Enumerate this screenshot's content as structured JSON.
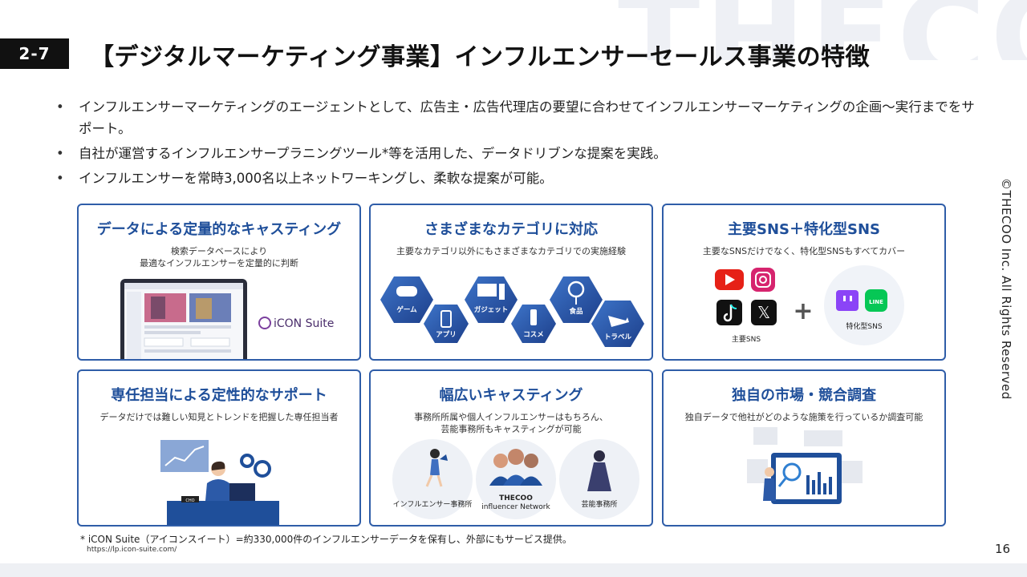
{
  "header": {
    "section_number": "2-7",
    "title": "【デジタルマーケティング事業】インフルエンサーセールス事業の特徴",
    "watermark": "THECOO"
  },
  "bullets": [
    "インフルエンサーマーケティングのエージェントとして、広告主・広告代理店の要望に合わせてインフルエンサーマーケティングの企画〜実行までをサポート。",
    "自社が運営するインフルエンサープラニングツール*等を活用した、データドリブンな提案を実践。",
    "インフルエンサーを常時3,000名以上ネットワーキングし、柔軟な提案が可能。"
  ],
  "copyright": "©THECOO Inc. All Rights Reserved",
  "cards": {
    "data_casting": {
      "title": "データによる定量的なキャスティング",
      "desc_line1": "検索データベースにより",
      "desc_line2": "最適なインフルエンサーを定量的に判断",
      "logo": "iCON Suite"
    },
    "categories": {
      "title": "さまざまなカテゴリに対応",
      "desc": "主要なカテゴリ以外にもさまざまなカテゴリでの実施経験",
      "hexes": [
        "ゲーム",
        "アプリ",
        "ガジェット",
        "コスメ",
        "食品",
        "トラベル"
      ]
    },
    "sns": {
      "title": "主要SNS＋特化型SNS",
      "desc": "主要なSNSだけでなく、特化型SNSもすべてカバー",
      "main_label": "主要SNS",
      "special_label": "特化型SNS",
      "plus": "+",
      "x_glyph": "𝕏",
      "line_text": "LINE"
    },
    "support": {
      "title": "専任担当による定性的なサポート",
      "desc": "データだけでは難しい知見とトレンドを把握した専任担当者",
      "chair_text": "CHO"
    },
    "wide_casting": {
      "title": "幅広いキャスティング",
      "desc_line1": "事務所所属や個人インフルエンサーはもちろん、",
      "desc_line2": "芸能事務所もキャスティングが可能",
      "circles": [
        "インフルエンサー事務所",
        "THECOO",
        "influencer Network",
        "芸能事務所"
      ]
    },
    "research": {
      "title": "独自の市場・競合調査",
      "desc": "独自データで他社がどのような施策を行っているか調査可能"
    }
  },
  "footnote": {
    "text": "* iCON Suite（アイコンスイート）=約330,000件のインフルエンサーデータを保有し、外部にもサービス提供。",
    "url": "https://lp.icon-suite.com/"
  },
  "page_number": "16",
  "colors": {
    "accent": "#1f4f9a",
    "card_border": "#2f5da8",
    "hex_dark": "#1d3f8a",
    "hex_light": "#3d74c9",
    "badge_bg": "#111111"
  }
}
